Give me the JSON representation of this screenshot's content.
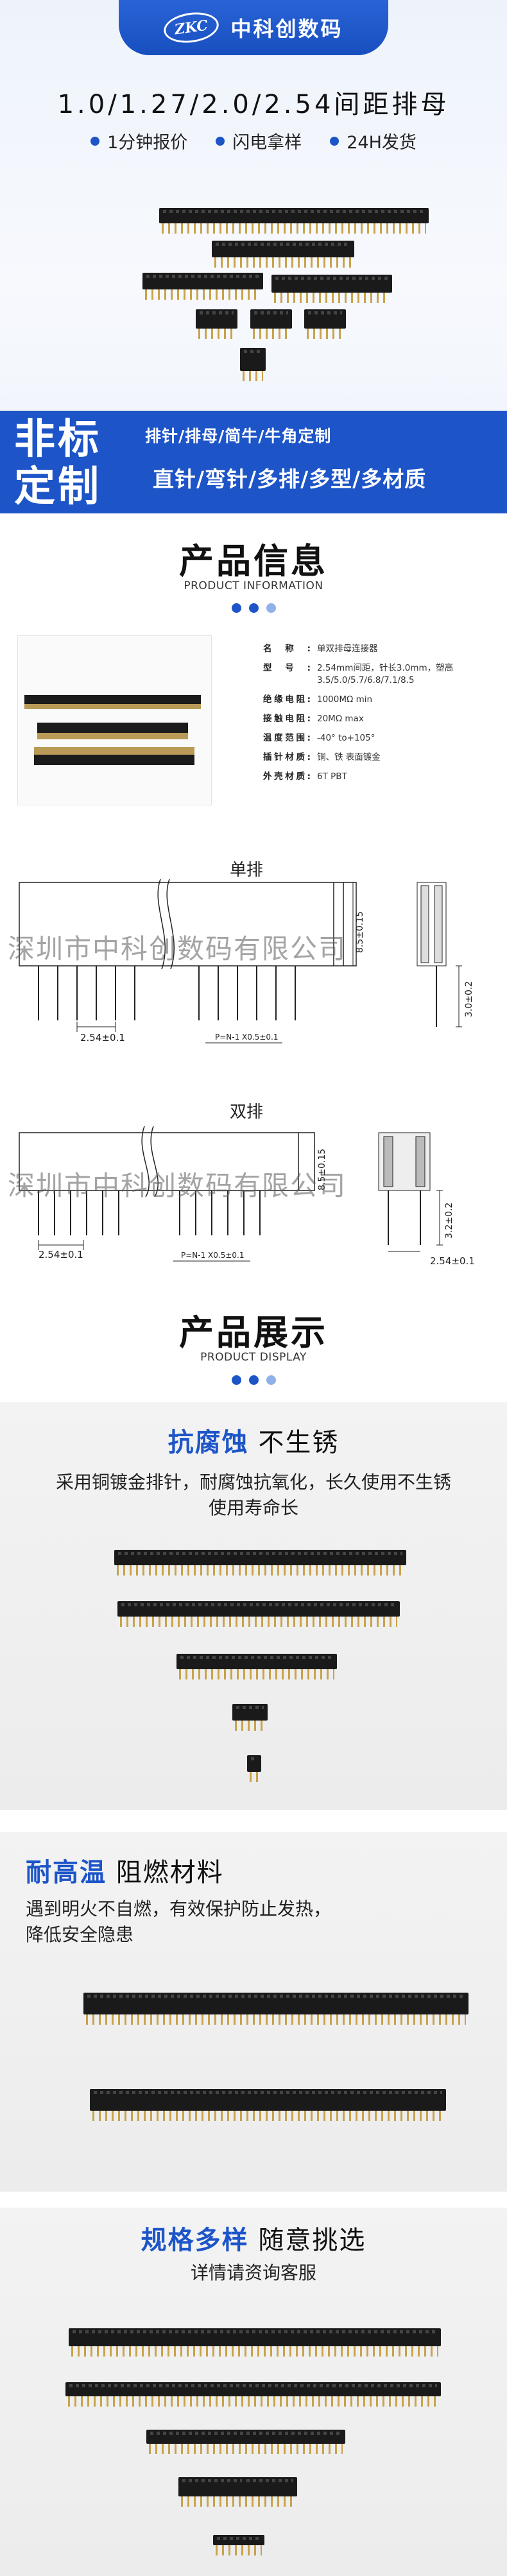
{
  "hero": {
    "logo_mark": "ZKC",
    "logo_text": "中科创数码",
    "title": "1.0/1.27/2.0/2.54间距排母",
    "features": [
      "1分钟报价",
      "闪电拿样",
      "24H发货"
    ]
  },
  "banner": {
    "big_line1": "非标",
    "big_line2": "定制",
    "sub1": "排针/排母/简牛/牛角定制",
    "sub2": "直针/弯针/多排/多型/多材质"
  },
  "info": {
    "title": "产品信息",
    "subtitle": "PRODUCT INFORMATION",
    "rows": [
      {
        "k": "名称:",
        "v": "单双排母连接器"
      },
      {
        "k": "型号:",
        "v": "2.54mm间距，针长3.0mm，塑高3.5/5.0/5.7/6.8/7.1/8.5"
      },
      {
        "k": "绝缘电阻:",
        "v": "1000MΩ min"
      },
      {
        "k": "接触电阻:",
        "v": "20MΩ max"
      },
      {
        "k": "温度范围:",
        "v": "-40° to+105°"
      },
      {
        "k": "插针材质:",
        "v": "铜、铁  表面镀金"
      },
      {
        "k": "外壳材质:",
        "v": "6T   PBT"
      }
    ]
  },
  "drawing_single": {
    "label": "单排",
    "pitch": "2.54±0.1",
    "height": "8.5±0.15",
    "pin": "3.0±0.2",
    "count_note": "P=N-1 X0.5±0.1",
    "watermark": "深圳市中科创数码有限公司"
  },
  "drawing_double": {
    "label": "双排",
    "pitch": "2.54±0.1",
    "pitch_side": "2.54±0.1",
    "height": "8.5±0.15",
    "pin": "3.2±0.2",
    "count_note": "P=N-1 X0.5±0.1",
    "watermark": "深圳市中科创数码有限公司"
  },
  "display": {
    "title": "产品展示",
    "subtitle": "PRODUCT DISPLAY"
  },
  "panel1": {
    "accent": "抗腐蚀",
    "rest": " 不生锈",
    "desc_line1": "采用铜镀金排针，耐腐蚀抗氧化，长久使用不生锈",
    "desc_line2": "使用寿命长"
  },
  "panel2": {
    "accent": "耐高温",
    "rest": " 阻燃材料",
    "desc_line1": "遇到明火不自燃，有效保护防止发热，",
    "desc_line2": "降低安全隐患"
  },
  "panel3": {
    "accent": "规格多样",
    "rest": " 随意挑选",
    "desc_line1": "详情请资询客服"
  },
  "colors": {
    "brand_blue": "#1d55c8",
    "dot_light": "#8fb0e8",
    "pin_gold": "#c9a24a"
  }
}
